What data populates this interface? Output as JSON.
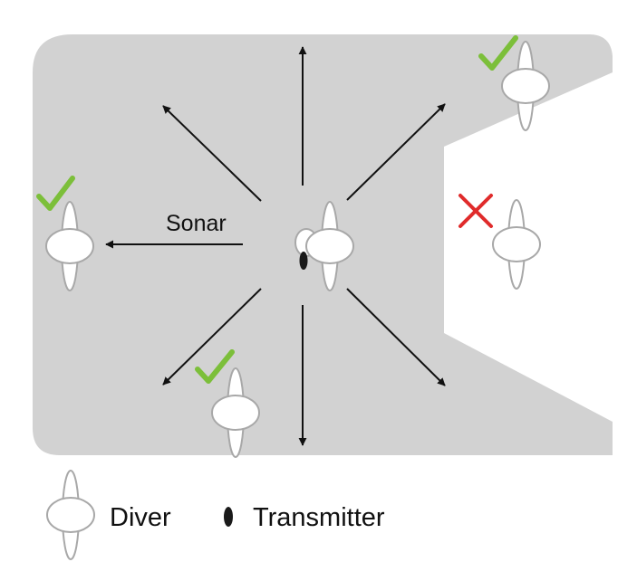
{
  "diagram": {
    "sonar_label": "Sonar",
    "colors": {
      "area": "#d2d2d2",
      "arrow": "#111111",
      "diver_outline": "#a8a8a8",
      "diver_fill": "#ffffff",
      "check": "#7cbf3a",
      "cross": "#e02b2b",
      "transmitter": "#1a1a1a"
    },
    "divers": [
      {
        "status": "detected",
        "mark": "check-icon"
      },
      {
        "status": "detected",
        "mark": "check-icon"
      },
      {
        "status": "detected",
        "mark": "check-icon"
      },
      {
        "status": "not-detected",
        "mark": "cross-icon"
      },
      {
        "status": "source",
        "mark": "none"
      }
    ]
  },
  "legend": {
    "diver_label": "Diver",
    "transmitter_label": "Transmitter"
  }
}
